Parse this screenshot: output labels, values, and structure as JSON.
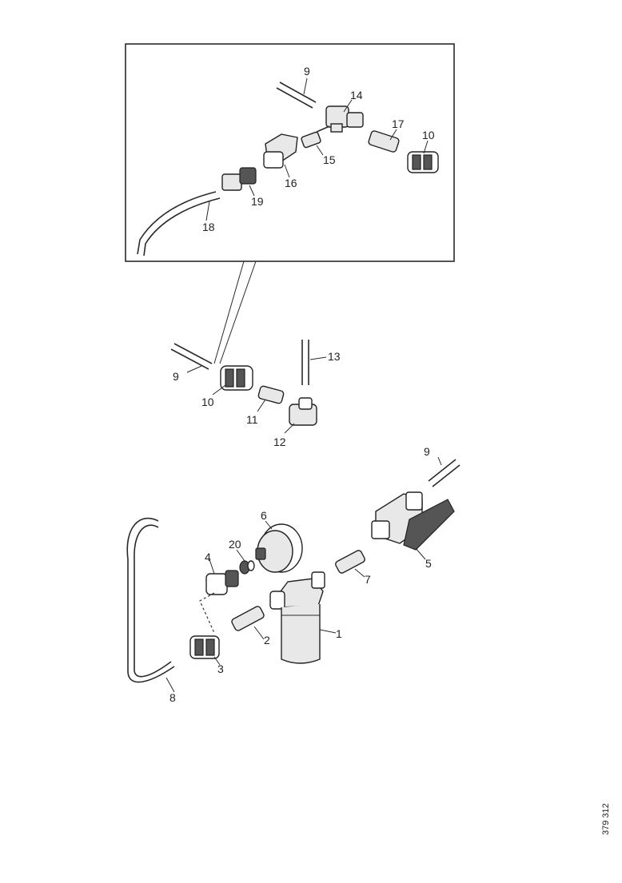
{
  "labels": {
    "p1": "1",
    "p2": "2",
    "p3": "3",
    "p4": "4",
    "p5": "5",
    "p6": "6",
    "p7": "7",
    "p8": "8",
    "p9a": "9",
    "p9b": "9",
    "p9c": "9",
    "p10a": "10",
    "p10b": "10",
    "p11": "11",
    "p12": "12",
    "p13": "13",
    "p14": "14",
    "p15": "15",
    "p16": "16",
    "p17": "17",
    "p18": "18",
    "p19": "19",
    "p20": "20"
  },
  "reference_code": "379 312"
}
